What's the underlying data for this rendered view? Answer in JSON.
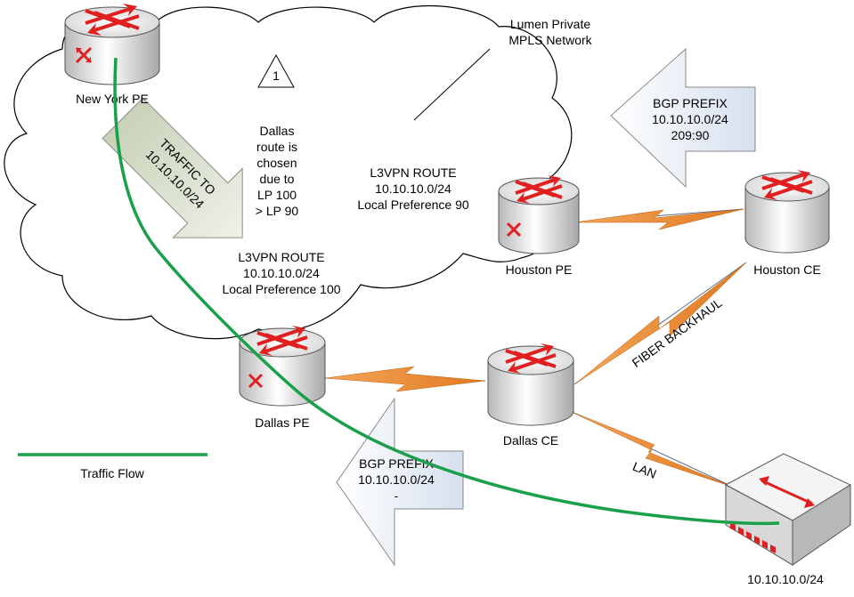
{
  "network": {
    "cloud_label_line1": "Lumen Private",
    "cloud_label_line2": "MPLS Network"
  },
  "nodes": {
    "ny_pe": "New York PE",
    "houston_pe": "Houston PE",
    "houston_ce": "Houston CE",
    "dallas_pe": "Dallas PE",
    "dallas_ce": "Dallas CE",
    "customer_switch": "10.10.10.0/24"
  },
  "note": {
    "marker": "1",
    "lines": [
      "Dallas",
      "route is",
      "chosen",
      "due to",
      "LP 100",
      "> LP 90"
    ]
  },
  "traffic_arrow": {
    "line1": "TRAFFIC TO",
    "line2": "10.10.10.0/24"
  },
  "routes": {
    "houston": {
      "line1": "L3VPN ROUTE",
      "line2": "10.10.10.0/24",
      "line3": "Local Preference 90"
    },
    "dallas": {
      "line1": "L3VPN ROUTE",
      "line2": "10.10.10.0/24",
      "line3": "Local Preference 100"
    }
  },
  "bgp": {
    "houston": {
      "line1": "BGP PREFIX",
      "line2": "10.10.10.0/24",
      "line3": "209:90"
    },
    "dallas": {
      "line1": "BGP PREFIX",
      "line2": "10.10.10.0/24",
      "line3": "-"
    }
  },
  "links": {
    "fiber_backhaul": "FIBER BACKHAUL",
    "lan": "LAN"
  },
  "legend": {
    "traffic_flow": "Traffic Flow",
    "line_color": "#1aa04a"
  },
  "colors": {
    "router_red": "#e02020",
    "link_orange": "#f08a30",
    "bgp_arrow_fill": "#e2e9f4",
    "traffic_arrow_fill": "#dfe6d6"
  }
}
